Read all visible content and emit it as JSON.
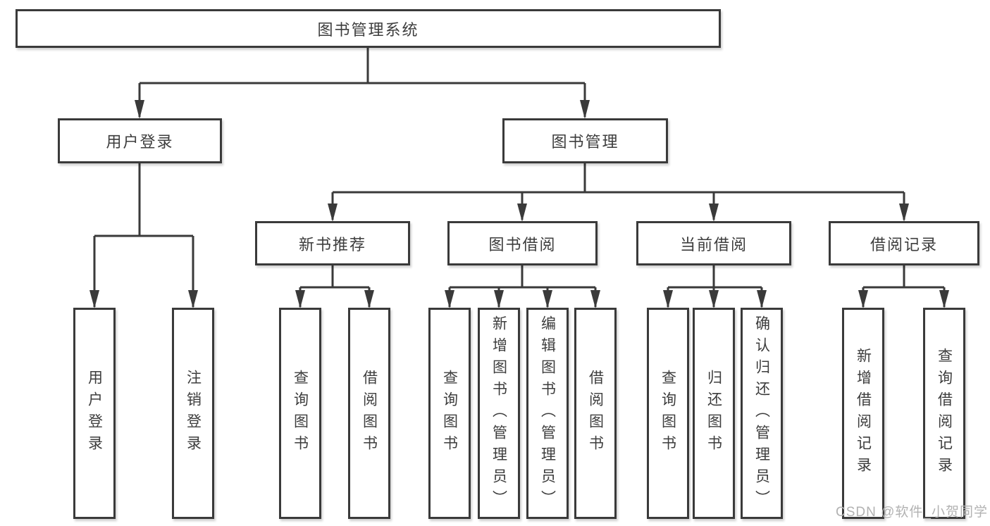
{
  "tree": {
    "root": "图书管理系统",
    "children": [
      {
        "label": "用户登录",
        "children": [
          {
            "label": "用户登录"
          },
          {
            "label": "注销登录"
          }
        ]
      },
      {
        "label": "图书管理",
        "children": [
          {
            "label": "新书推荐",
            "children": [
              {
                "label": "查询图书"
              },
              {
                "label": "借阅图书"
              }
            ]
          },
          {
            "label": "图书借阅",
            "children": [
              {
                "label": "查询图书"
              },
              {
                "label": "新增图书（管理员）"
              },
              {
                "label": "编辑图书（管理员）"
              },
              {
                "label": "借阅图书"
              }
            ]
          },
          {
            "label": "当前借阅",
            "children": [
              {
                "label": "查询图书"
              },
              {
                "label": "归还图书"
              },
              {
                "label": "确认归还（管理员）"
              }
            ]
          },
          {
            "label": "借阅记录",
            "children": [
              {
                "label": "新增借阅记录"
              },
              {
                "label": "查询借阅记录"
              }
            ]
          }
        ]
      }
    ]
  },
  "watermark": "CSDN @软件_小贺同学",
  "colors": {
    "line": "#3a3a3a",
    "box_border": "#3a3a3a",
    "text": "#3d3d3d",
    "watermark": "#b2b2b2"
  }
}
